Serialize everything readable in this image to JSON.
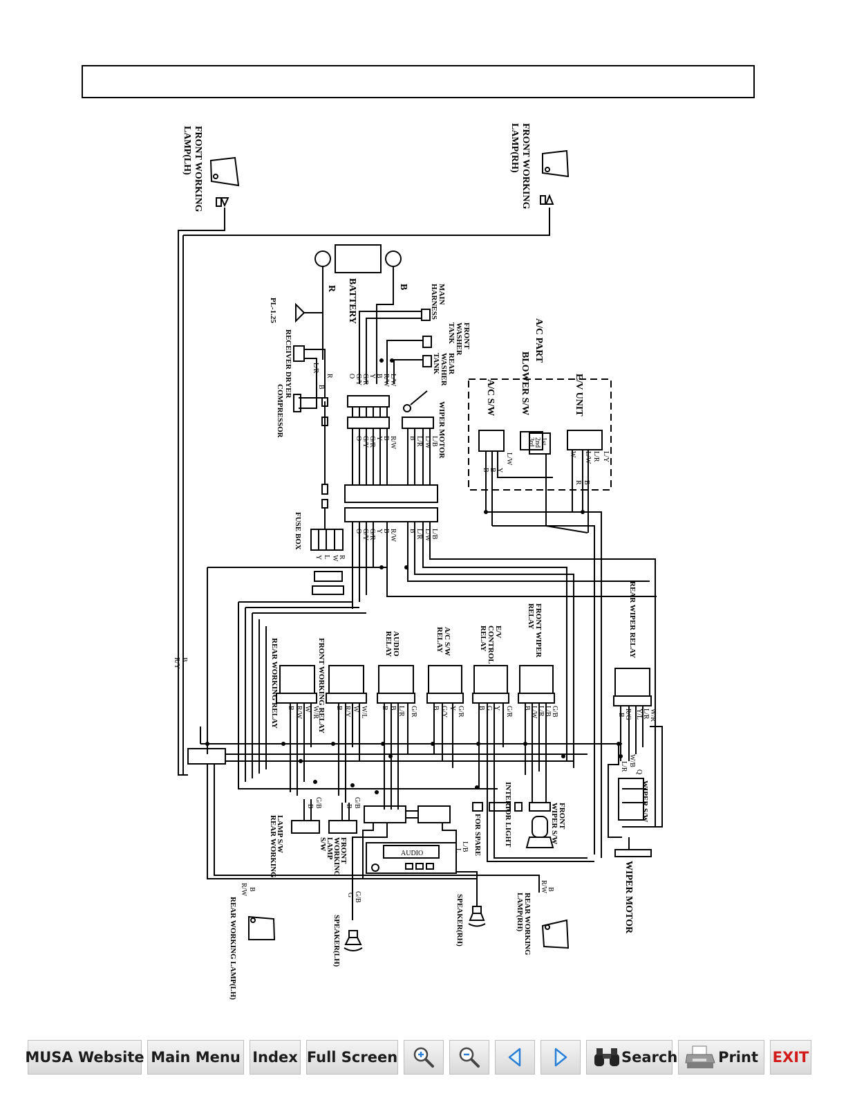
{
  "diagram": {
    "labels": {
      "front_lamp_lh": [
        "FRONT WORKING",
        "LAMP(LH)"
      ],
      "front_lamp_rh": [
        "FRONT WORKING",
        "LAMP(RH)"
      ],
      "battery": "BATTERY",
      "main_harness": [
        "MAIN",
        "HARNESS"
      ],
      "front_washer_tank": [
        "FRONT",
        "WASHER",
        "TANK"
      ],
      "rear_washer_tank": [
        "REAR",
        "WASHER",
        "TANK"
      ],
      "wiper_motor": "WIPER MOTOR",
      "receiver_dryer": "RECEIVER DRYER",
      "compressor": "COMPRESSOR",
      "pl": "PL-1.25",
      "ac_part": "A/C PART",
      "ev_unit": "E/V UNIT",
      "blower_sw": "BLOWER S/W",
      "ac_sw": "A/C S/W",
      "fuse_box": "FUSE BOX",
      "rear_wiper_relay": "REAR WIPER RELAY",
      "front_wiper_relay": [
        "FRONT WIPER",
        "RELAY"
      ],
      "ev_control_relay": [
        "E/V",
        "CONTROL",
        "RELAY"
      ],
      "ac_sw_relay": [
        "A/C S/W",
        "RELAY"
      ],
      "audio_relay": [
        "AUDIO",
        "RELAY"
      ],
      "front_working_relay": "FRONT WORKING RELAY",
      "rear_working_relay": "REAR WORKING RELAY",
      "wiper_sw": "WIPER S/W",
      "front_wiper_sw": [
        "FRONT",
        "WIPER S/W"
      ],
      "interior_light": "INTERIOR LIGHT",
      "for_spare": "FOR SPARE",
      "audio": "AUDIO",
      "rear_working_lamp_sw": [
        "REAR WORKING",
        "LAMP S/W"
      ],
      "front_working_lamp_sw": [
        "FRONT",
        "WORKING",
        "LAMP",
        "S/W"
      ],
      "speaker_rh": "SPEAKER(RH)",
      "speaker_lh": "SPEAKER(LH)",
      "rear_lamp_rh": [
        "REAR WORKING",
        "LAMP(RH)"
      ],
      "rear_lamp_lh": "REAR WORKING LAMP(LH)",
      "wiper_motor_bottom": "WIPER MOTOR",
      "blower_speeds": [
        "1st",
        "2nd",
        "3rd"
      ]
    },
    "wire_codes": {
      "battery_pos": "R",
      "battery_neg": "B",
      "left_trunk": [
        "B",
        "R/Y"
      ],
      "harness_top": [
        "L/W",
        "R/W",
        "B",
        "Y",
        "G/R",
        "G/Y",
        "O"
      ],
      "harness_mid": [
        "R/W",
        "B",
        "Y",
        "G/R",
        "G/Y",
        "O"
      ],
      "wiper_motor_wires": [
        "L/B",
        "L/W",
        "L/R",
        "B"
      ],
      "connector_row": [
        "L/B",
        "L/W",
        "L/R",
        "B",
        "R/W",
        "B",
        "Y",
        "G/R",
        "G/Y",
        "O"
      ],
      "receiver_wires": [
        "R",
        "L/R",
        "B"
      ],
      "fuse_wires": [
        "R",
        "W",
        "L",
        "Y"
      ],
      "ev_unit_wires": [
        "L/Y",
        "L/R",
        "L/W",
        "W",
        "R",
        "B"
      ],
      "ac_sw_wires": [
        "L/W",
        "B",
        "B",
        "Y"
      ],
      "rear_wiper_relay_wires": [
        "W/R",
        "L/R",
        "Y/L",
        "R/G",
        "B"
      ],
      "front_wiper_relay_wires": [
        "G/B",
        "L/B",
        "L/R",
        "L/W",
        "B"
      ],
      "ev_relay_wires": [
        "G/R",
        "Y",
        "G",
        "B"
      ],
      "ac_relay_wires": [
        "G/R",
        "Y",
        "G/Y",
        "B"
      ],
      "audio_relay_wires": [
        "G/R",
        "L/R",
        "B",
        "B"
      ],
      "front_working_relay_wires": [
        "W/L",
        "W",
        "R/Y",
        "B"
      ],
      "rear_working_relay_wires": [
        "W/R",
        "W",
        "R/W",
        "B"
      ],
      "wiper_sw_wires": [
        "W/B",
        "L/R",
        "Q"
      ],
      "speaker_wires": [
        "G/B",
        "G"
      ],
      "audio_wires": [
        "L/B",
        "L"
      ],
      "rear_lamp_wires": [
        "R/W",
        "B"
      ],
      "lamp_sw_wires": [
        "G/B",
        "B"
      ]
    }
  },
  "toolbar": {
    "website": "MUSA Website",
    "main_menu": "Main Menu",
    "index": "Index",
    "full_screen": "Full Screen",
    "search": "Search",
    "print": "Print",
    "exit": "EXIT"
  },
  "colors": {
    "exit": "#d11a1a",
    "icon_blue": "#2a7fd4"
  }
}
